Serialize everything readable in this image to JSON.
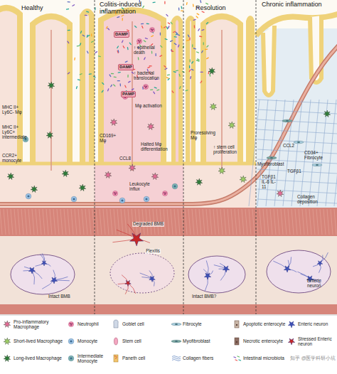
{
  "diagram": {
    "labels": [
      "Healthy",
      "Colitis-induced inflammation",
      "Resolution",
      "Chronic inflammation",
      "DAMP",
      "↑ epithelial death",
      "DAMP",
      "↑ bacterial translocation",
      "PAMP",
      "MHC II+ Ly6C- Mφ",
      "Mφ activation",
      "MHC II+ Ly6C+ intermediate",
      "CD169+ Mφ",
      "Proresolving Mφ",
      "CCL2",
      "Halted Mφ differentiation",
      "↑ stem cell proliferation",
      "CD34+ Fibrocyte",
      "CCR2+ monocyte",
      "CCL8",
      "Myofibroblast",
      "TGFβ1",
      "TGFβ1 IL-6 IL-11",
      "Leukocyte influx",
      "Collagen deposition",
      "Degraded BMB",
      "Plexitis",
      "Enteric neuron",
      "Intact BMB",
      "Intact BMB?",
      "知乎 @医学科研小坑"
    ],
    "legend": [
      {
        "text": "Pro-inflammatory Macrophage"
      },
      {
        "text": "Short-lived Macrophage"
      },
      {
        "text": "Long-lived Macrophage"
      },
      {
        "text": "Neutrophil"
      },
      {
        "text": "Monocyte"
      },
      {
        "text": "Intermediate Monocyte"
      },
      {
        "text": "Goblet cell"
      },
      {
        "text": "Stem cell"
      },
      {
        "text": "Paneth cell"
      },
      {
        "text": "Fibrocyte"
      },
      {
        "text": "Myofibroblast"
      },
      {
        "text": "Collagen fibers"
      },
      {
        "text": "Apoptotic enterocyte"
      },
      {
        "text": "Necrotic enterocyte"
      },
      {
        "text": "Intestinal microbiota"
      },
      {
        "text": "Enteric neuron"
      },
      {
        "text": "Stressed Enteric neuron"
      }
    ]
  }
}
